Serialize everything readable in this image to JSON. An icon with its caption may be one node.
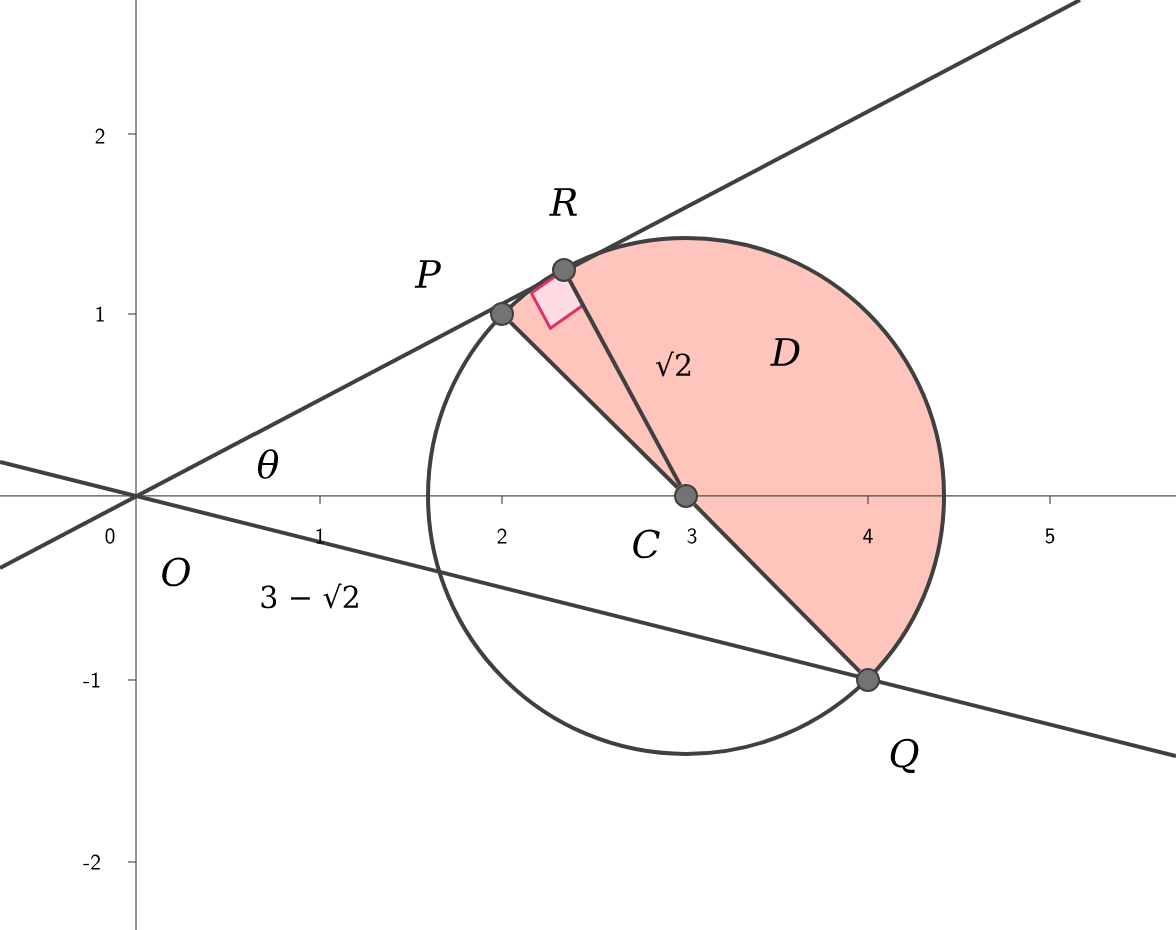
{
  "diagram": {
    "nodes": [
      {
        "text": [],
        "shape": "circle",
        "beside": [
          "R"
        ]
      },
      {
        "text": [],
        "shape": "circle",
        "beside": [
          "P"
        ]
      },
      {
        "text": [],
        "shape": "circle",
        "beside": [
          "C"
        ]
      },
      {
        "text": [],
        "shape": "circle",
        "beside": [
          "Q"
        ]
      }
    ],
    "edges": [
      {
        "from": 2,
        "to": 1,
        "arrow": "none"
      },
      {
        "from": 2,
        "to": 0,
        "arrow": "none"
      },
      {
        "from": 2,
        "to": 3,
        "arrow": "none"
      }
    ],
    "labels": [
      "2",
      "1",
      "D",
      "√2",
      "θ",
      "0",
      "1",
      "2",
      "3",
      "4",
      "5",
      "O",
      "3 − √2",
      "-1",
      "-2"
    ]
  }
}
